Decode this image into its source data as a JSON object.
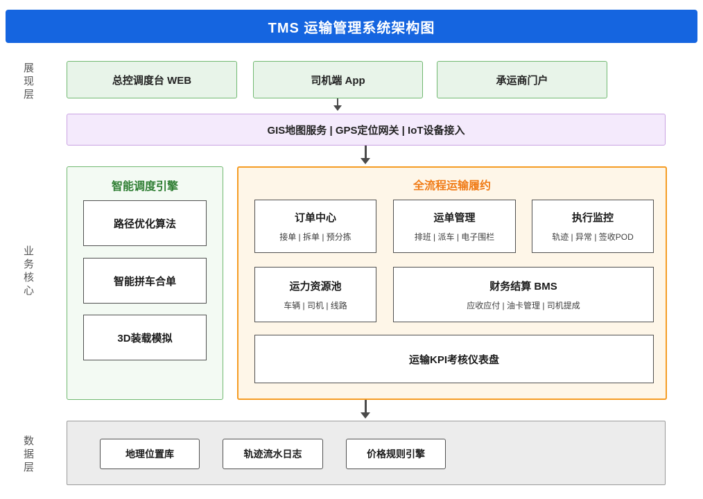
{
  "header": {
    "title": "TMS 运输管理系统架构图"
  },
  "layer_labels": {
    "presentation": "展现层",
    "business_core": "业务核心",
    "data": "数据层"
  },
  "presentation": {
    "apps": [
      {
        "label": "总控调度台 WEB"
      },
      {
        "label": "司机端 App"
      },
      {
        "label": "承运商门户"
      }
    ],
    "gateway_label": "GIS地图服务 | GPS定位网关 | IoT设备接入"
  },
  "business_core": {
    "dispatch_engine": {
      "title": "智能调度引擎",
      "items": [
        {
          "label": "路径优化算法"
        },
        {
          "label": "智能拼车合单"
        },
        {
          "label": "3D装载模拟"
        }
      ]
    },
    "fulfillment": {
      "title": "全流程运输履约",
      "modules": [
        {
          "title": "订单中心",
          "subtitle": "接单 | 拆单 | 预分拣"
        },
        {
          "title": "运单管理",
          "subtitle": "排班 | 派车 | 电子围栏"
        },
        {
          "title": "执行监控",
          "subtitle": "轨迹 | 异常 | 签收POD"
        },
        {
          "title": "运力资源池",
          "subtitle": "车辆 | 司机 | 线路"
        },
        {
          "title": "财务结算 BMS",
          "subtitle": "应收应付 | 油卡管理 | 司机提成"
        }
      ],
      "kpi_dashboard": "运输KPI考核仪表盘"
    }
  },
  "data_layer": {
    "stores": [
      {
        "label": "地理位置库"
      },
      {
        "label": "轨迹流水日志"
      },
      {
        "label": "价格规则引擎"
      }
    ]
  },
  "colors": {
    "header_bg": "#1565e0",
    "green_fill": "#e8f4e9",
    "green_border": "#70b870",
    "green_title": "#2e7d32",
    "purple_fill": "#f4eafc",
    "purple_border": "#c9a2e2",
    "orange_fill": "#fef6e8",
    "orange_border": "#f59b22",
    "orange_title": "#f07b16",
    "data_panel_fill": "#ececec",
    "arrow": "#4a4a4a"
  }
}
